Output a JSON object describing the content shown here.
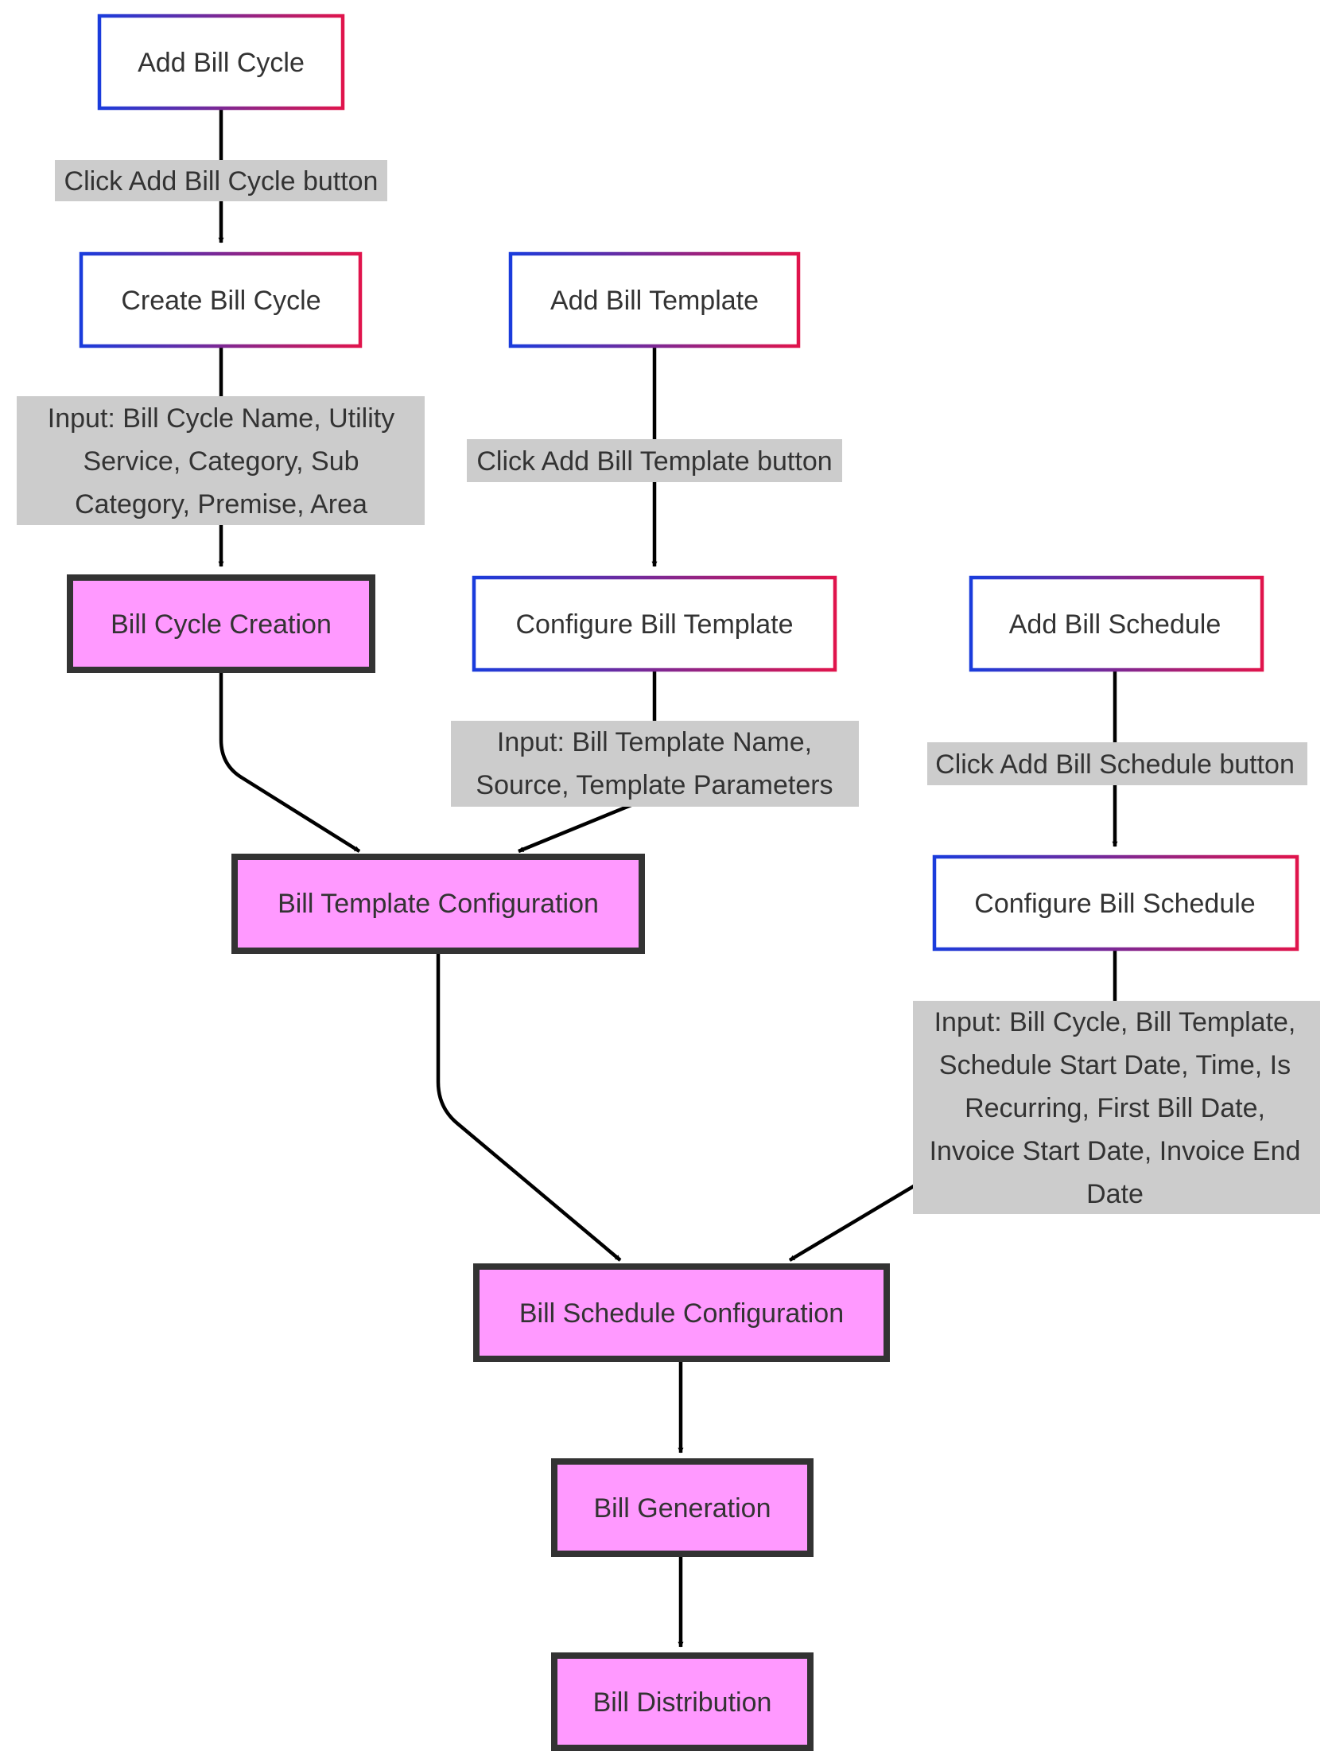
{
  "nodes": {
    "add_bill_cycle": "Add Bill Cycle",
    "create_bill_cycle": "Create Bill Cycle",
    "add_bill_template": "Add Bill Template",
    "bill_cycle_creation": "Bill Cycle Creation",
    "configure_bill_template": "Configure Bill Template",
    "add_bill_schedule": "Add Bill Schedule",
    "bill_template_configuration": "Bill Template Configuration",
    "configure_bill_schedule": "Configure Bill Schedule",
    "bill_schedule_configuration": "Bill Schedule Configuration",
    "bill_generation": "Bill Generation",
    "bill_distribution": "Bill Distribution"
  },
  "edge_labels": {
    "click_add_bill_cycle": [
      "Click Add Bill Cycle button"
    ],
    "input_bill_cycle": [
      "Input: Bill Cycle Name, Utility",
      "Service, Category, Sub",
      "Category, Premise, Area"
    ],
    "click_add_bill_template": [
      "Click Add Bill Template button"
    ],
    "input_bill_template": [
      "Input: Bill Template Name,",
      "Source, Template Parameters"
    ],
    "click_add_bill_schedule": [
      "Click Add Bill Schedule button"
    ],
    "input_bill_schedule": [
      "Input: Bill Cycle, Bill Template,",
      "Schedule Start Date, Time, Is",
      "Recurring, First Bill Date,",
      "Invoice Start Date, Invoice End",
      "Date"
    ]
  },
  "colors": {
    "process_border_start": "#1a3cdc",
    "process_border_end": "#e0144c",
    "stage_fill": "#ff99ff",
    "stage_border": "#333333",
    "label_background": "#cccccc"
  }
}
